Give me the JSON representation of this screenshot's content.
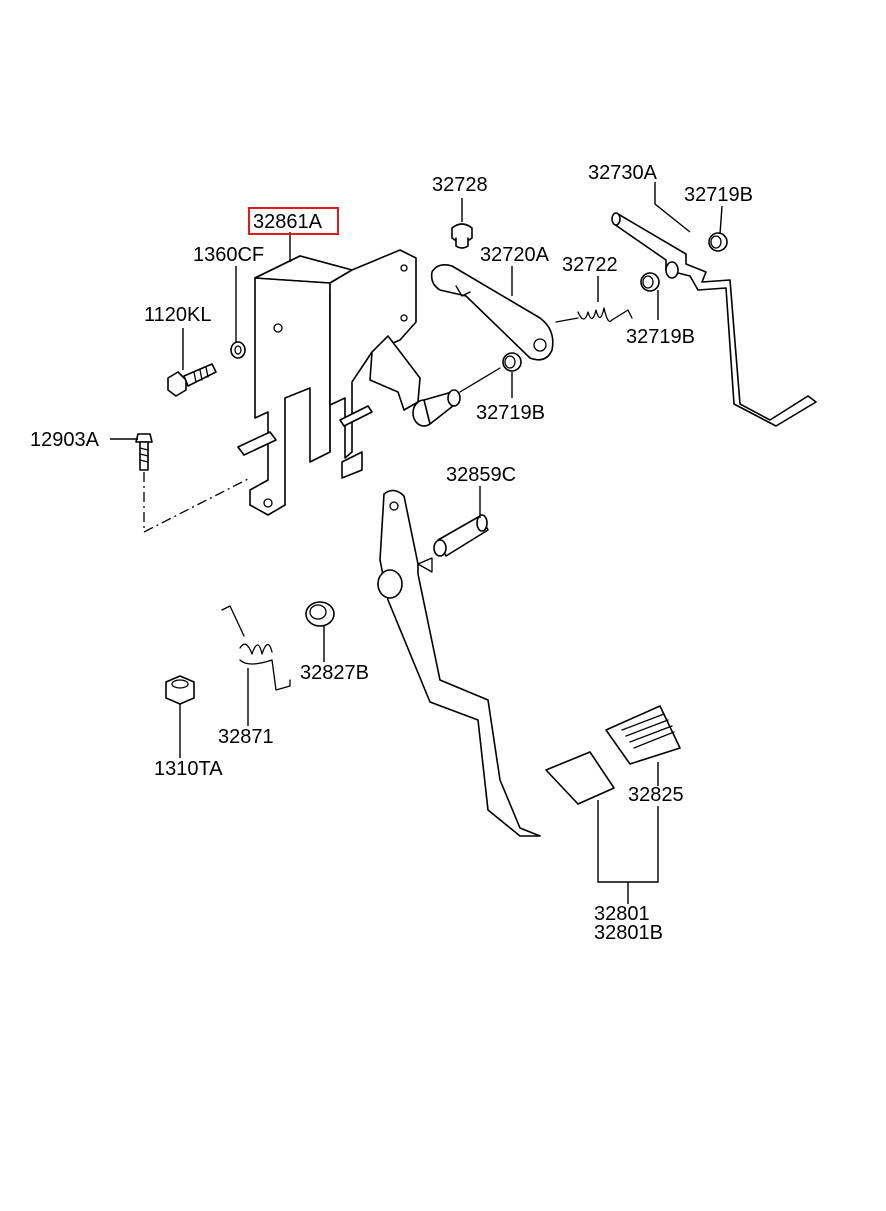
{
  "diagram": {
    "highlight_color": "#e01b1b",
    "labels": {
      "p32861A": "32861A",
      "p32728": "32728",
      "p32730A": "32730A",
      "p32719B_top": "32719B",
      "p1360CF": "1360CF",
      "p32720A": "32720A",
      "p32722": "32722",
      "p32719B_mid": "32719B",
      "p1120KL": "1120KL",
      "p32719B_low": "32719B",
      "p12903A": "12903A",
      "p32859C": "32859C",
      "p32827B": "32827B",
      "p32871": "32871",
      "p1310TA": "1310TA",
      "p32825": "32825",
      "p32801": "32801",
      "p32801B": "32801B"
    },
    "highlighted_part": "32861A"
  }
}
